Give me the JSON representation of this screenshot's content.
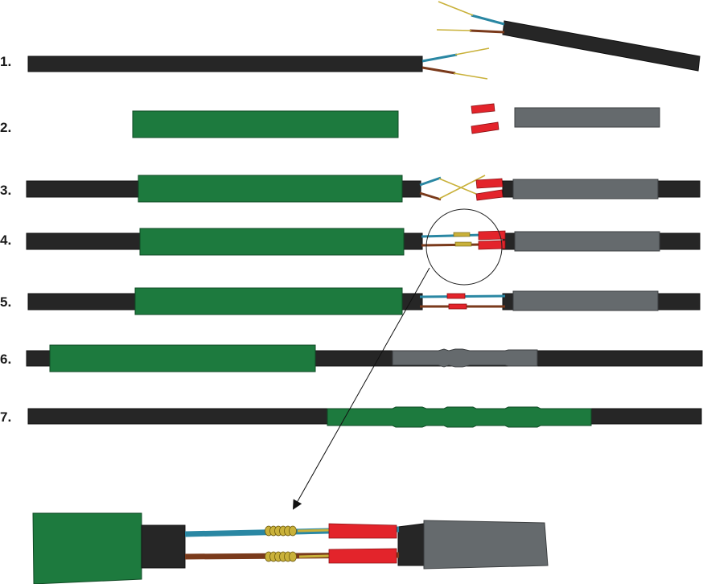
{
  "colors": {
    "cable": "#262626",
    "cable_stroke": "#111111",
    "green_sleeve": "#1d7a3e",
    "green_stroke": "#0f4a24",
    "gray_sleeve": "#656a6d",
    "gray_stroke": "#3c3f41",
    "red_connector": "#e3242b",
    "red_stroke": "#8a0f12",
    "wire_blue": "#2a87a3",
    "wire_brown": "#7a3a1b",
    "copper": "#c9b13a",
    "copper_stroke": "#6d5a10",
    "magnifier": "#222222"
  },
  "steps": [
    {
      "label": "1."
    },
    {
      "label": "2."
    },
    {
      "label": "3."
    },
    {
      "label": "4."
    },
    {
      "label": "5."
    },
    {
      "label": "6."
    },
    {
      "label": "7."
    }
  ],
  "detail": {
    "icon": "magnifier-circle-with-arrow",
    "shows": "twisted copper joint under red sleeve"
  }
}
